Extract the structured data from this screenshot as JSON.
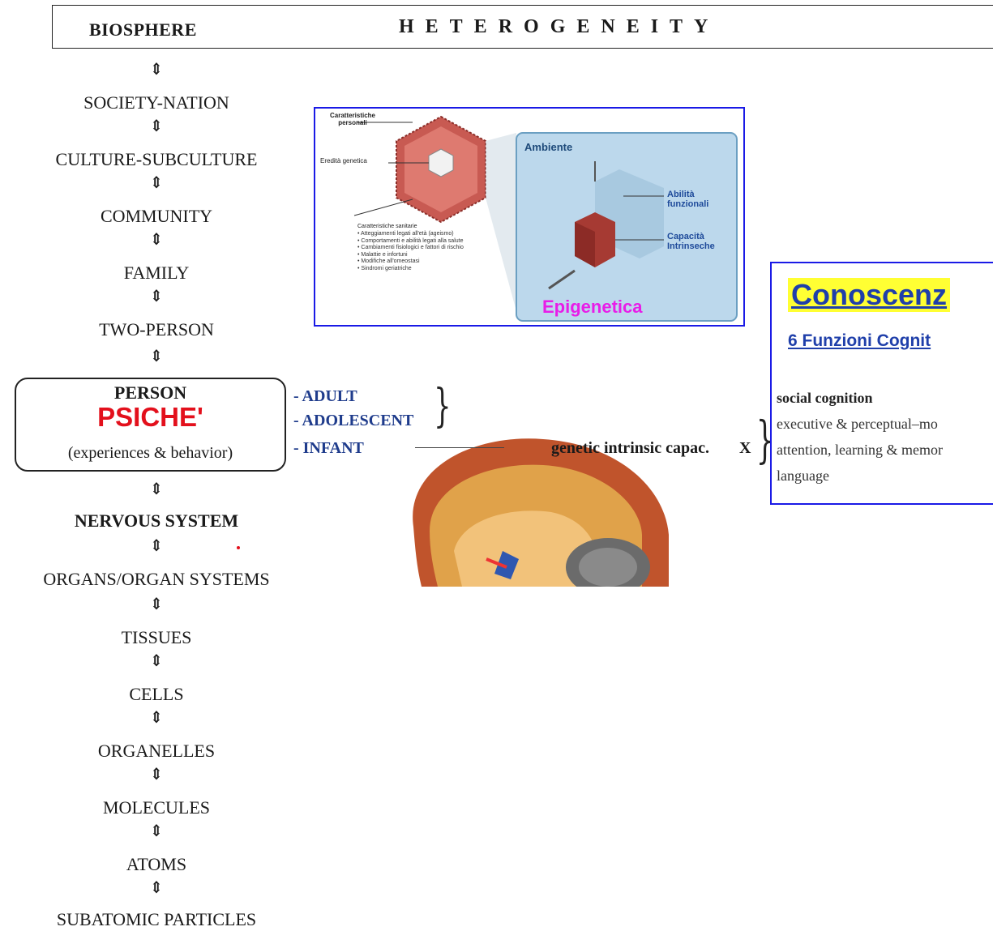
{
  "header": {
    "left": "BIOSPHERE",
    "right": "HETEROGENEITY"
  },
  "levels_above": [
    "SOCIETY-NATION",
    "CULTURE-SUBCULTURE",
    "COMMUNITY",
    "FAMILY",
    "TWO-PERSON"
  ],
  "person": {
    "title": "PERSON",
    "psiche": "PSICHE'",
    "subtitle": "(experiences & behavior)"
  },
  "stages": [
    "- ADULT",
    "- ADOLESCENT",
    "- INFANT"
  ],
  "levels_below": [
    "NERVOUS SYSTEM",
    "ORGANS/ORGAN SYSTEMS",
    "TISSUES",
    "CELLS",
    "ORGANELLES",
    "MOLECULES",
    "ATOMS",
    "SUBATOMIC PARTICLES"
  ],
  "arrow_glyph": "⇕",
  "genetic_label": "genetic intrinsic capac.",
  "genetic_x": "X",
  "figure": {
    "left_labels": {
      "personal": "Caratteristiche personali",
      "heredity": "Eredità genetica",
      "health_title": "Caratteristiche sanitarie"
    },
    "health_items": [
      "Atteggiamenti legati all'età (ageismo)",
      "Comportamenti e abilità legati alla salute",
      "Cambiamenti fisiologici e fattori di rischio",
      "Malattie e infortuni",
      "Modifiche all'omeostasi",
      "Sindromi geriatriche"
    ],
    "ambiente": "Ambiente",
    "abilita": "Abilità funzionali",
    "capacita": "Capacità Intrinseche",
    "epigenetica": "Epigenetica"
  },
  "knowledge": {
    "title": "Conoscenz",
    "subtitle": "6 Funzioni Cognit",
    "functions": [
      "social cognition",
      "executive & perceptual–mo",
      "attention, learning & memor",
      "language"
    ]
  },
  "colors": {
    "psiche": "#e3101c",
    "stages": "#1f3c8c",
    "panel_border": "#1a1ae6",
    "epigenetica": "#e81de8",
    "highlight": "#ffff33"
  }
}
